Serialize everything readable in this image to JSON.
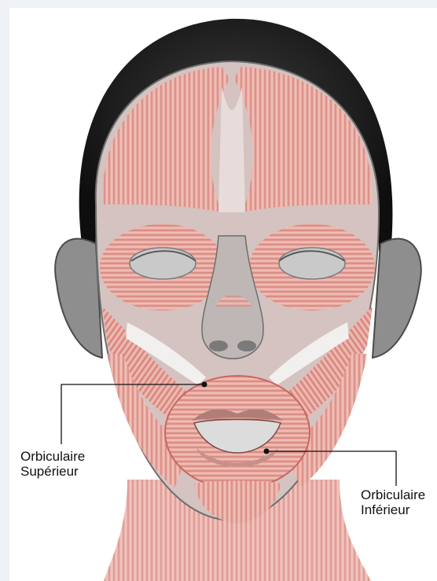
{
  "labels": {
    "upper": {
      "line1": "Orbiculaire",
      "line2": "Supérieur"
    },
    "lower": {
      "line1": "Orbiculaire",
      "line2": "Inférieur"
    }
  },
  "colors": {
    "background": "#eef2f7",
    "muscle": "#d9867e",
    "muscle_light": "#ecbcb4",
    "hair": "#1c1c1c",
    "skin_gray": "#9a9a9a",
    "leader_line": "#111111"
  }
}
